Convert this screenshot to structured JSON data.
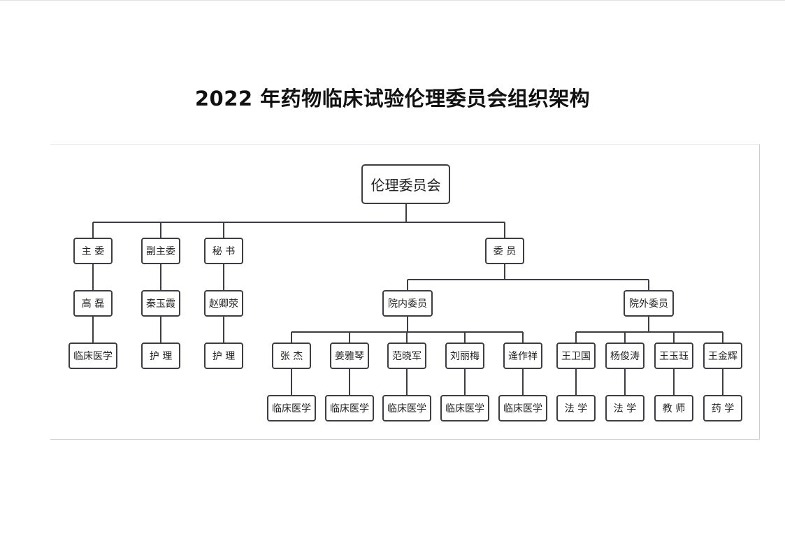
{
  "title": "2022 年药物临床试验伦理委员会组织架构",
  "root": "伦理委员会",
  "roles": {
    "chair": {
      "title": "主 委",
      "person": "高 磊",
      "field": "临床医学"
    },
    "vice_chair": {
      "title": "副主委",
      "person": "秦玉霞",
      "field": "护 理"
    },
    "secretary": {
      "title": "秘 书",
      "person": "赵卿荥",
      "field": "护 理"
    },
    "members": {
      "title": "委 员"
    }
  },
  "internal": {
    "title": "院内委员",
    "people": [
      {
        "name": "张 杰",
        "field": "临床医学"
      },
      {
        "name": "姜雅琴",
        "field": "临床医学"
      },
      {
        "name": "范晓军",
        "field": "临床医学"
      },
      {
        "name": "刘丽梅",
        "field": "临床医学"
      },
      {
        "name": "逄作祥",
        "field": "临床医学"
      }
    ]
  },
  "external": {
    "title": "院外委员",
    "people": [
      {
        "name": "王卫国",
        "field": "法 学"
      },
      {
        "name": "杨俊涛",
        "field": "法 学"
      },
      {
        "name": "王玉珏",
        "field": "教 师"
      },
      {
        "name": "王金辉",
        "field": "药 学"
      }
    ]
  }
}
